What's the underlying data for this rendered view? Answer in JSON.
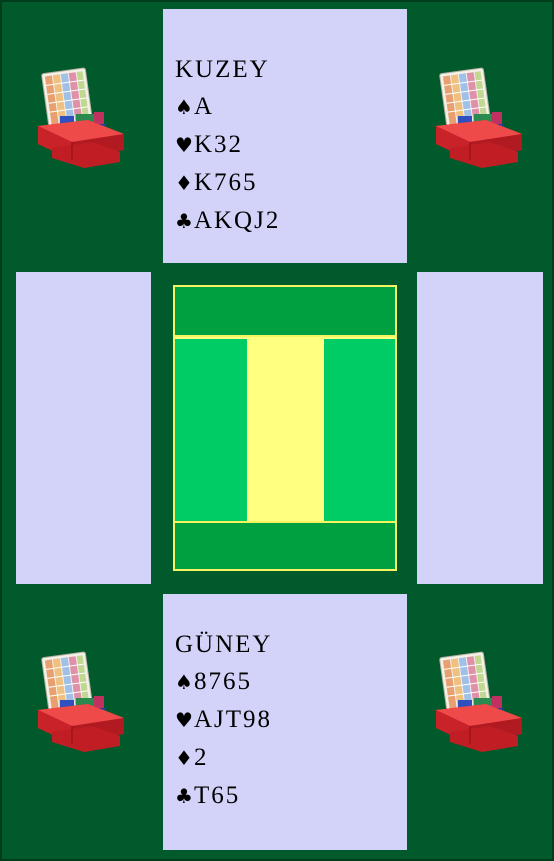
{
  "north": {
    "label": "KUZEY",
    "spades": "A",
    "hearts": "K32",
    "diamonds": "K765",
    "clubs": "AKQJ2"
  },
  "south": {
    "label": "GÜNEY",
    "spades": "8765",
    "hearts": "AJT98",
    "diamonds": "2",
    "clubs": "T65"
  },
  "suit_symbols": {
    "spades": "♠",
    "hearts": "♥",
    "diamonds": "♦",
    "clubs": "♣"
  },
  "colors": {
    "felt": "#005a2b",
    "hand_panel": "#d3d3fa",
    "center_yellow": "#ffff80",
    "center_green_dark": "#00a040",
    "center_green_light": "#00cc66",
    "bidding_box_red": "#d8262c"
  },
  "icons": {
    "bidding_box": "bidding-box-icon"
  }
}
